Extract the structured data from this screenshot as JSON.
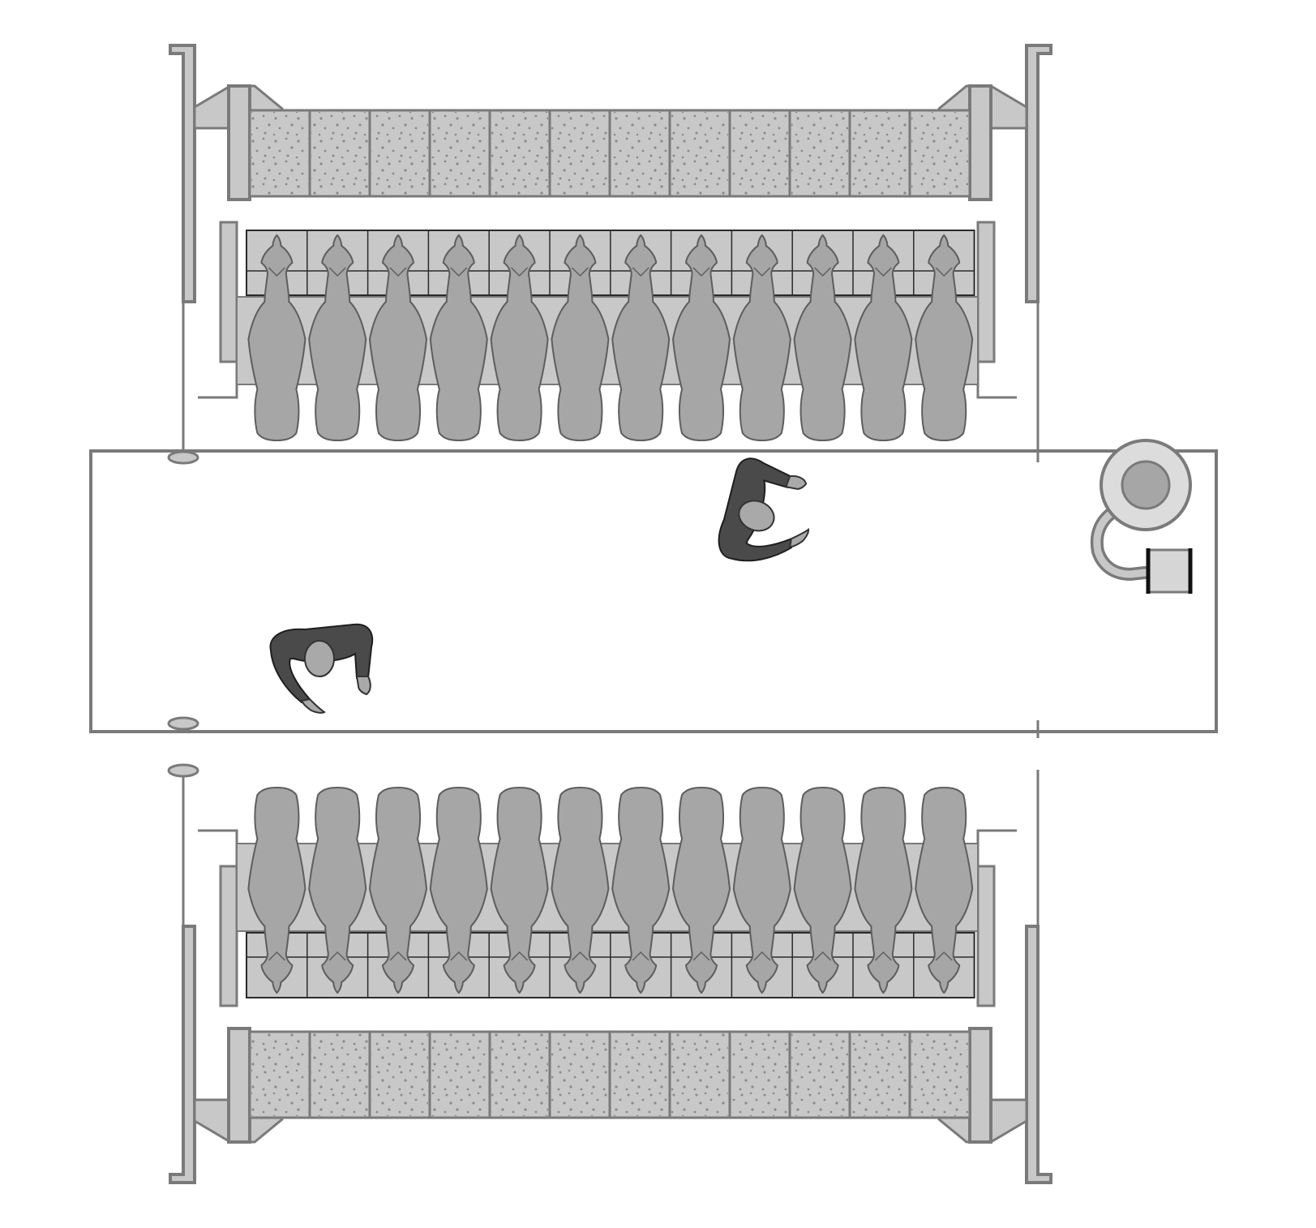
{
  "diagram": {
    "kind": "milking-parlour-floor-plan",
    "sides": [
      {
        "id": "north",
        "stall_count": 12,
        "feed_bin_count": 12
      },
      {
        "id": "south",
        "stall_count": 12,
        "feed_bin_count": 12
      }
    ],
    "pit": {
      "operators": 2,
      "equipment": [
        "vacuum-pump",
        "receiver-box"
      ]
    },
    "colors": {
      "outline": "#7a7a7a",
      "fill_light": "#c8c8c8",
      "cow": "#a6a6a6",
      "cow_stroke": "#5e5e5e",
      "person_clothes": "#4a4a4a",
      "person_skin": "#a9a9a9",
      "background": "#ffffff"
    }
  }
}
